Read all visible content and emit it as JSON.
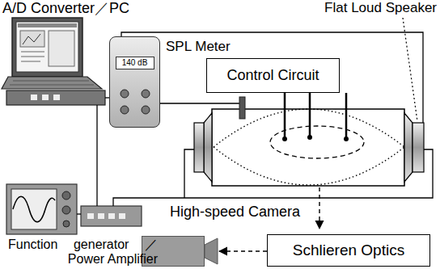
{
  "diagram": {
    "nodes": [
      {
        "text": [
          "140 dB"
        ]
      },
      {
        "text": [
          "Control Circuit"
        ]
      },
      {
        "text": [
          "High-speed Camera"
        ]
      },
      {
        "text": [
          "Schlieren Optics"
        ]
      }
    ],
    "edges": [
      {
        "from": 3,
        "to": 2,
        "arrow": "to"
      }
    ],
    "labels": [
      "A/D Converter／PC",
      "SPL Meter",
      "Flat Loud Speaker",
      "Function generator ／Power Amplifier"
    ]
  }
}
